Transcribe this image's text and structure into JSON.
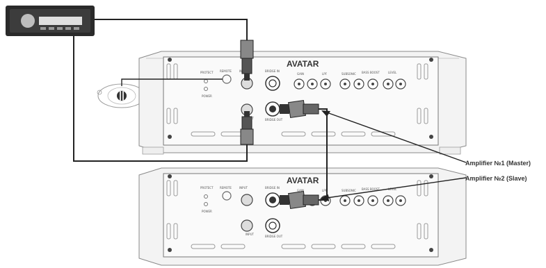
{
  "diagram": {
    "brand_top": "AVATAR",
    "brand_bottom": "AVATAR",
    "label_master": "Amplifier №1 (Master)",
    "label_slave": "Amplifier №2 (Slave)",
    "panel_labels": {
      "protect": "PROTECT",
      "power": "POWER",
      "remote": "REMOTE",
      "bridge_in": "BRIDGE IN",
      "bridge_out": "BRIDGE OUT",
      "input": "INPUT",
      "gain": "GAIN",
      "lpf": "LPF",
      "subsonic": "SUBSONIC",
      "bass_boost": "BASS BOOST",
      "level": "LEVEL"
    }
  }
}
